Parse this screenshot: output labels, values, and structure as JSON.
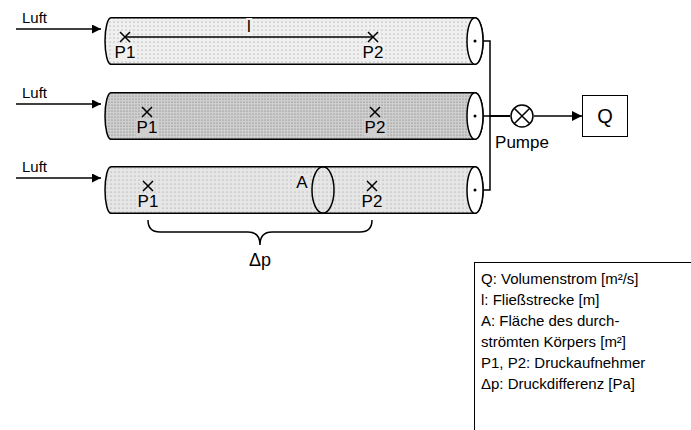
{
  "diagram": {
    "nodes": [
      {
        "text": [
          "P1",
          "l",
          "P2"
        ]
      },
      {
        "text": [
          "P1",
          "P2"
        ]
      },
      {
        "text": [
          "P1",
          "A",
          "P2"
        ]
      },
      {
        "text": [
          "Pumpe"
        ]
      },
      {
        "text": [
          "Q"
        ]
      },
      {
        "text": [
          "Q: Volumenstrom [m²/s]",
          "l: Fließstrecke [m]",
          "A: Fläche des durch- strömten Körpers [m²]",
          "P1, P2: Druckaufnehmer",
          "Δp: Druckdifferenz [Pa]"
        ]
      }
    ],
    "edges": [
      {
        "from": 0,
        "to": 3,
        "arrow": "none"
      },
      {
        "from": 1,
        "to": 3,
        "arrow": "none"
      },
      {
        "from": 2,
        "to": 3,
        "arrow": "none"
      },
      {
        "from": 3,
        "to": 4,
        "arrow": "to"
      }
    ],
    "labels": [
      "Luft",
      "Luft",
      "Luft",
      "Δp"
    ]
  }
}
